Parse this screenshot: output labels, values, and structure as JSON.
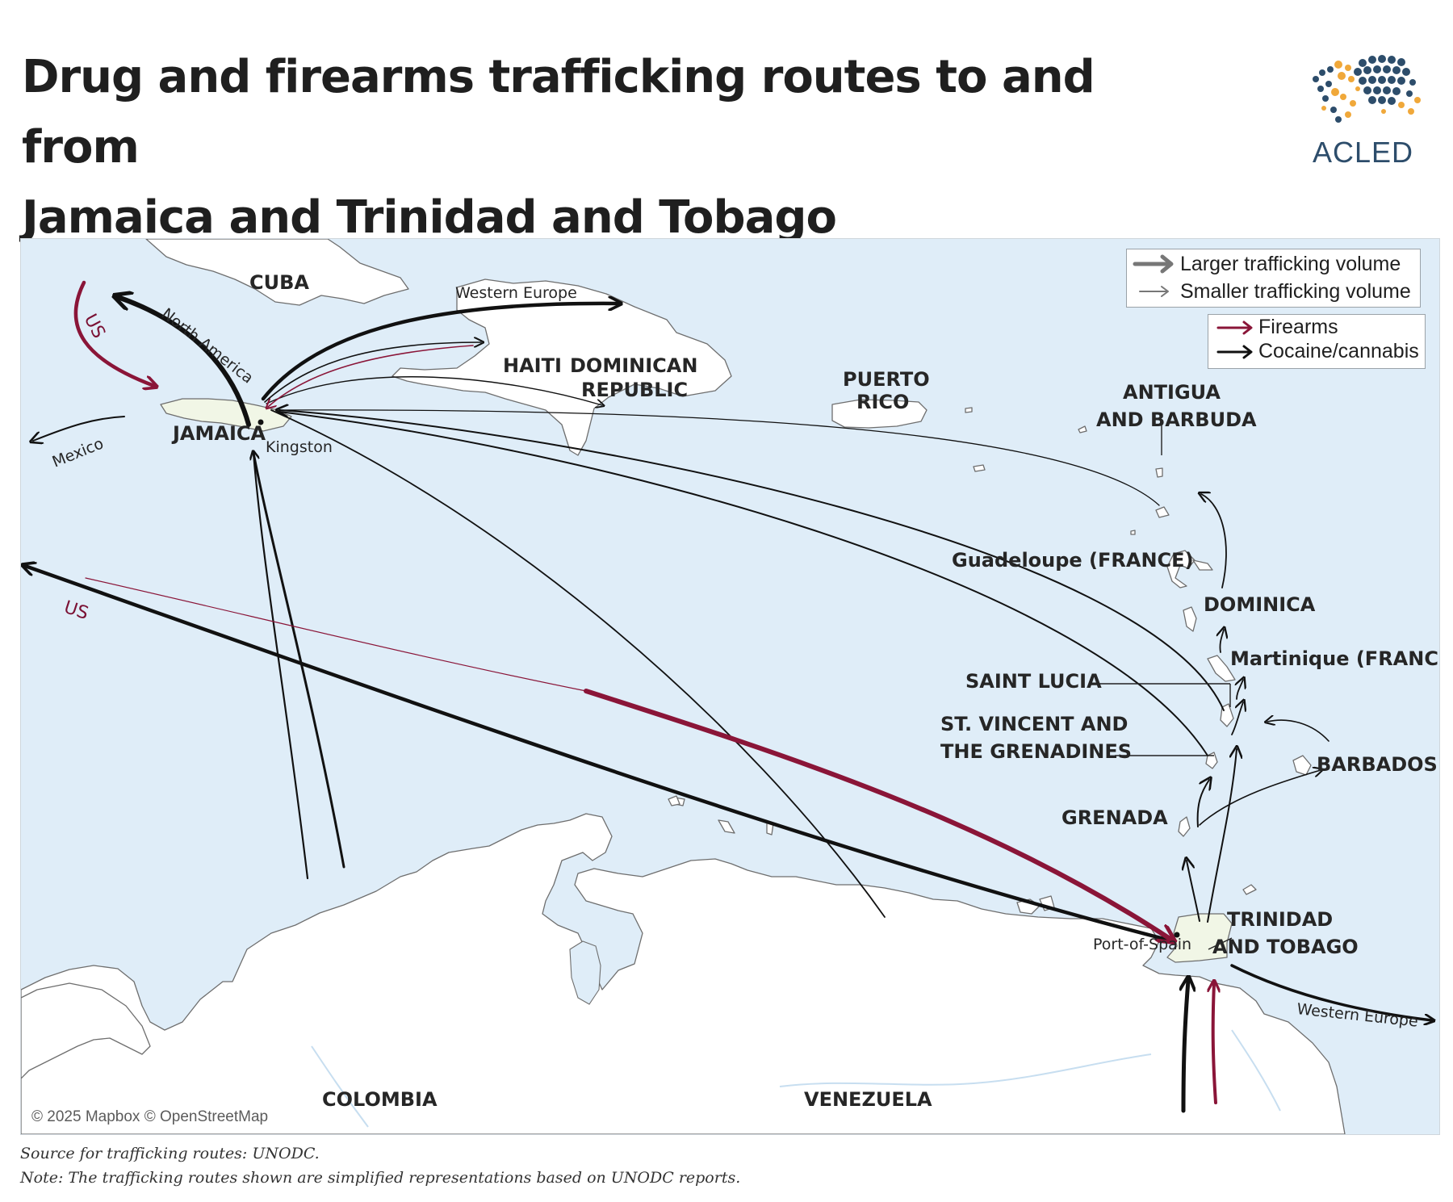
{
  "header": {
    "title_line1": "Drug and firearms trafficking routes to and from",
    "title_line2": "Jamaica and Trinidad and Tobago",
    "logo_text": "ACLED",
    "logo_icon": "globe-dots-icon"
  },
  "colors": {
    "firearms": "#8a1538",
    "cocaine_cannabis": "#111111",
    "sea": "#dfedf8",
    "land": "#ffffff",
    "highlight_land": "#f1f6e6",
    "logo_blue": "#2d4d6b",
    "logo_orange": "#f0a83a"
  },
  "legend": {
    "volume": {
      "larger": "Larger trafficking volume",
      "smaller": "Smaller trafficking volume"
    },
    "type": {
      "firearms": "Firearms",
      "cocaine": "Cocaine/cannabis"
    }
  },
  "map": {
    "countries": {
      "cuba": "CUBA",
      "haiti": "HAITI",
      "dominican_republic_1": "DOMINICAN",
      "dominican_republic_2": "REPUBLIC",
      "puerto_rico_1": "PUERTO",
      "puerto_rico_2": "RICO",
      "jamaica": "JAMAICA",
      "antigua_1": "ANTIGUA",
      "antigua_2": "AND BARBUDA",
      "guadeloupe": "Guadeloupe (FRANCE)",
      "dominica": "DOMINICA",
      "martinique": "Martinique (FRANCE)",
      "saint_lucia": "SAINT LUCIA",
      "st_vincent_1": "ST. VINCENT AND",
      "st_vincent_2": "THE GRENADINES",
      "barbados": "BARBADOS",
      "grenada": "GRENADA",
      "trinidad_1": "TRINIDAD",
      "trinidad_2": "AND TOBAGO",
      "colombia": "COLOMBIA",
      "venezuela": "VENEZUELA"
    },
    "cities": {
      "kingston": "Kingston",
      "port_of_spain": "Port-of-Spain"
    },
    "routes": {
      "western_europe_jamaica": "Western Europe",
      "western_europe_trinidad": "Western Europe",
      "north_america": "North America",
      "mexico": "Mexico",
      "us_to_jamaica": "US",
      "us_from_trinidad": "US"
    },
    "attribution": "© 2025 Mapbox © OpenStreetMap"
  },
  "footer": {
    "source": "Source for trafficking routes: UNODC.",
    "note": "Note: The trafficking routes shown are simplified representations based on UNODC reports."
  }
}
